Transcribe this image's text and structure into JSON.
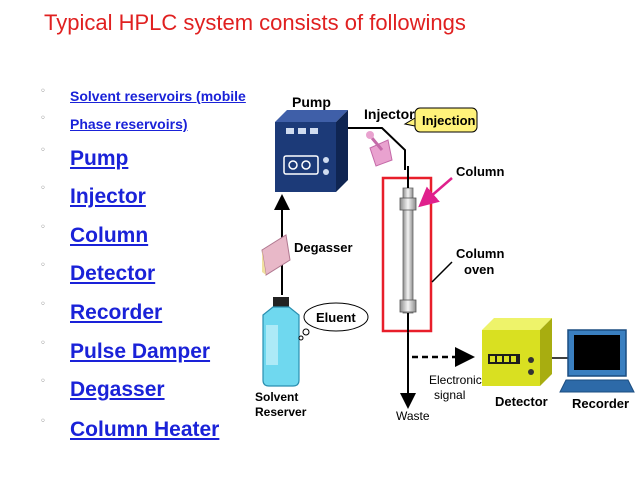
{
  "slide": {
    "title": "Typical HPLC system consists of followings",
    "items": [
      " Solvent reservoirs (mobile",
      "Phase reservoirs)",
      " Pump",
      " Injector",
      "Column",
      "Detector",
      "Recorder",
      " Pulse Damper",
      " Degasser",
      " Column Heater"
    ],
    "bullet_glyph": "◦"
  },
  "diagram": {
    "labels": {
      "pump": "Pump",
      "injector": "Injector",
      "injection": "Injection",
      "column": "Column",
      "column_oven_1": "Column",
      "column_oven_2": "oven",
      "degasser": "Degasser",
      "eluent": "Eluent",
      "solvent_1": "Solvent",
      "solvent_2": "Reserver",
      "waste": "Waste",
      "electronic_1": "Electronic",
      "electronic_2": "signal",
      "detector": "Detector",
      "recorder": "Recorder"
    },
    "colors": {
      "title": "#e02020",
      "link": "#1a22d8",
      "pump_body": "#1c3a78",
      "oven_frame": "#e81e2a",
      "injection_callout": "#fff27a",
      "detector_body": "#d9e021",
      "monitor_screen": "#000000",
      "degasser_box": "#e8b8c8"
    }
  }
}
